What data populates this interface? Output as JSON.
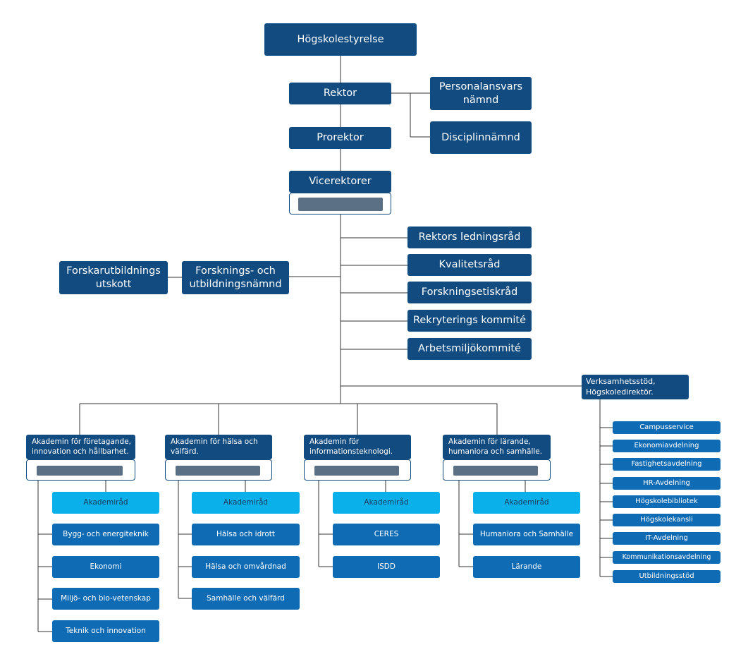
{
  "top": {
    "board": "Högskolestyrelse",
    "rector": "Rektor",
    "personnel": "Personalansvars nämnd",
    "discipline": "Disciplinnämnd",
    "prorector": "Prorektor",
    "vice_rectors": "Vicerektorer"
  },
  "councils": [
    "Rektors ledningsråd",
    "Kvalitetsråd",
    "Forskningsetiskråd",
    "Rekryterings kommité",
    "Arbetsmiljökommité"
  ],
  "research": {
    "committee": "Forsknings- och utbildningsnämnd",
    "doctoral": "Forskarutbildnings utskott"
  },
  "support": {
    "title": "Verksamhetsstöd, Högskoledirektör.",
    "units": [
      "Campusservice",
      "Ekonomiavdelning",
      "Fastighetsavdelning",
      "HR-Avdelning",
      "Högskolebibliotek",
      "Högskolekansli",
      "IT-Avdelning",
      "Kommunikationsavdelning",
      "Utbildningsstöd"
    ]
  },
  "academies": [
    {
      "title": "Akademin för företagande, innovation och hållbarhet.",
      "council": "Akademiråd",
      "units": [
        "Bygg- och energiteknik",
        "Ekonomi",
        "Miljö- och bio-vetenskap",
        "Teknik och innovation"
      ]
    },
    {
      "title": "Akademin för hälsa och välfärd.",
      "council": "Akademiråd",
      "units": [
        "Hälsa och idrott",
        "Hälsa och omvårdnad",
        "Samhälle och välfärd"
      ]
    },
    {
      "title": "Akademin för informationsteknologi.",
      "council": "Akademiråd",
      "units": [
        "CERES",
        "ISDD"
      ]
    },
    {
      "title": "Akademin för lärande, humaniora och samhälle.",
      "council": "Akademiråd",
      "units": [
        "Humaniora och Samhälle",
        "Lärande"
      ]
    }
  ],
  "colors": {
    "dark_box": "#114b80",
    "mid_box": "#0f6bb3",
    "light_box": "#0ab0ea",
    "redaction": "#5b6f85",
    "connector": "#333333"
  }
}
